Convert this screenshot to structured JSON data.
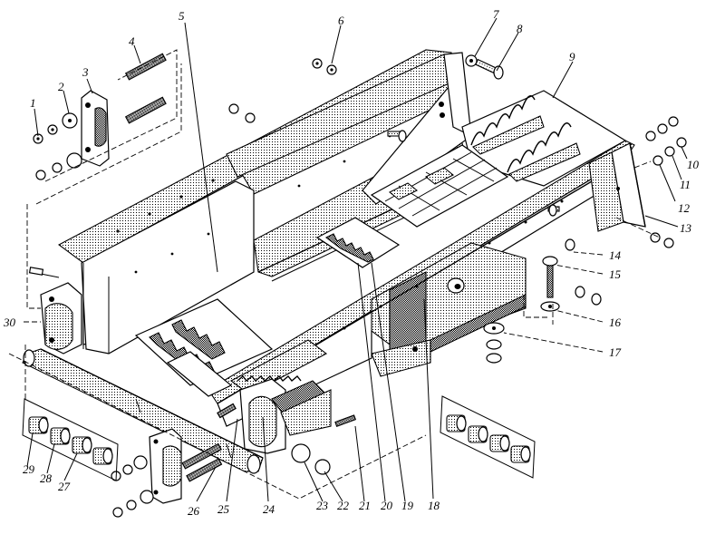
{
  "figure": {
    "type": "exploded-assembly-view",
    "colors": {
      "ink": "#000000",
      "paper": "#ffffff"
    }
  },
  "callouts": [
    {
      "id": "1",
      "label": "1"
    },
    {
      "id": "2",
      "label": "2"
    },
    {
      "id": "3",
      "label": "3"
    },
    {
      "id": "4",
      "label": "4"
    },
    {
      "id": "5",
      "label": "5"
    },
    {
      "id": "6",
      "label": "6"
    },
    {
      "id": "7",
      "label": "7"
    },
    {
      "id": "8",
      "label": "8"
    },
    {
      "id": "9",
      "label": "9"
    },
    {
      "id": "10",
      "label": "10"
    },
    {
      "id": "11",
      "label": "11"
    },
    {
      "id": "12",
      "label": "12"
    },
    {
      "id": "13",
      "label": "13"
    },
    {
      "id": "14",
      "label": "14"
    },
    {
      "id": "15",
      "label": "15"
    },
    {
      "id": "16",
      "label": "16"
    },
    {
      "id": "17",
      "label": "17"
    },
    {
      "id": "18",
      "label": "18"
    },
    {
      "id": "19",
      "label": "19"
    },
    {
      "id": "20",
      "label": "20"
    },
    {
      "id": "21",
      "label": "21"
    },
    {
      "id": "22",
      "label": "22"
    },
    {
      "id": "23",
      "label": "23"
    },
    {
      "id": "24",
      "label": "24"
    },
    {
      "id": "25",
      "label": "25"
    },
    {
      "id": "26",
      "label": "26"
    },
    {
      "id": "27",
      "label": "27"
    },
    {
      "id": "28",
      "label": "28"
    },
    {
      "id": "29",
      "label": "29"
    },
    {
      "id": "30",
      "label": "30"
    }
  ]
}
